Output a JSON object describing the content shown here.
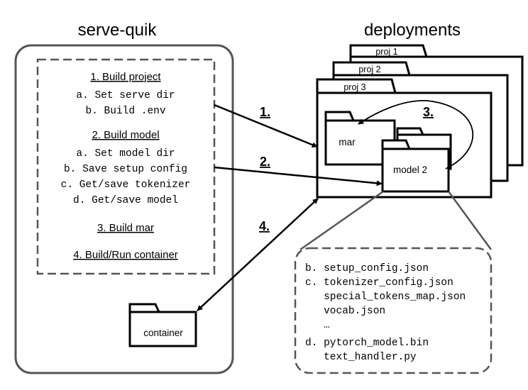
{
  "serve_quik": {
    "title": "serve-quik",
    "steps": [
      {
        "heading": "1. Build project",
        "items": [
          "a. Set serve dir",
          "b. Build .env"
        ]
      },
      {
        "heading": "2. Build model",
        "items": [
          "a. Set model dir",
          "b. Save setup config",
          "c. Get/save tokenizer",
          "d. Get/save model"
        ]
      },
      {
        "heading": "3. Build mar",
        "items": []
      },
      {
        "heading": "4. Build/Run container",
        "items": []
      }
    ],
    "container_label": "container"
  },
  "deployments": {
    "title": "deployments",
    "projects": [
      "proj 1",
      "proj 2",
      "proj 3"
    ],
    "mar_label": "mar",
    "model_label": "model 2"
  },
  "arrows": {
    "a1": "1.",
    "a2": "2.",
    "a3": "3.",
    "a4": "4."
  },
  "model_files": [
    "b. setup_config.json",
    "c. tokenizer_config.json",
    "   special_tokens_map.json",
    "   vocab.json",
    "   …",
    "d. pytorch_model.bin",
    "   text_handler.py"
  ]
}
